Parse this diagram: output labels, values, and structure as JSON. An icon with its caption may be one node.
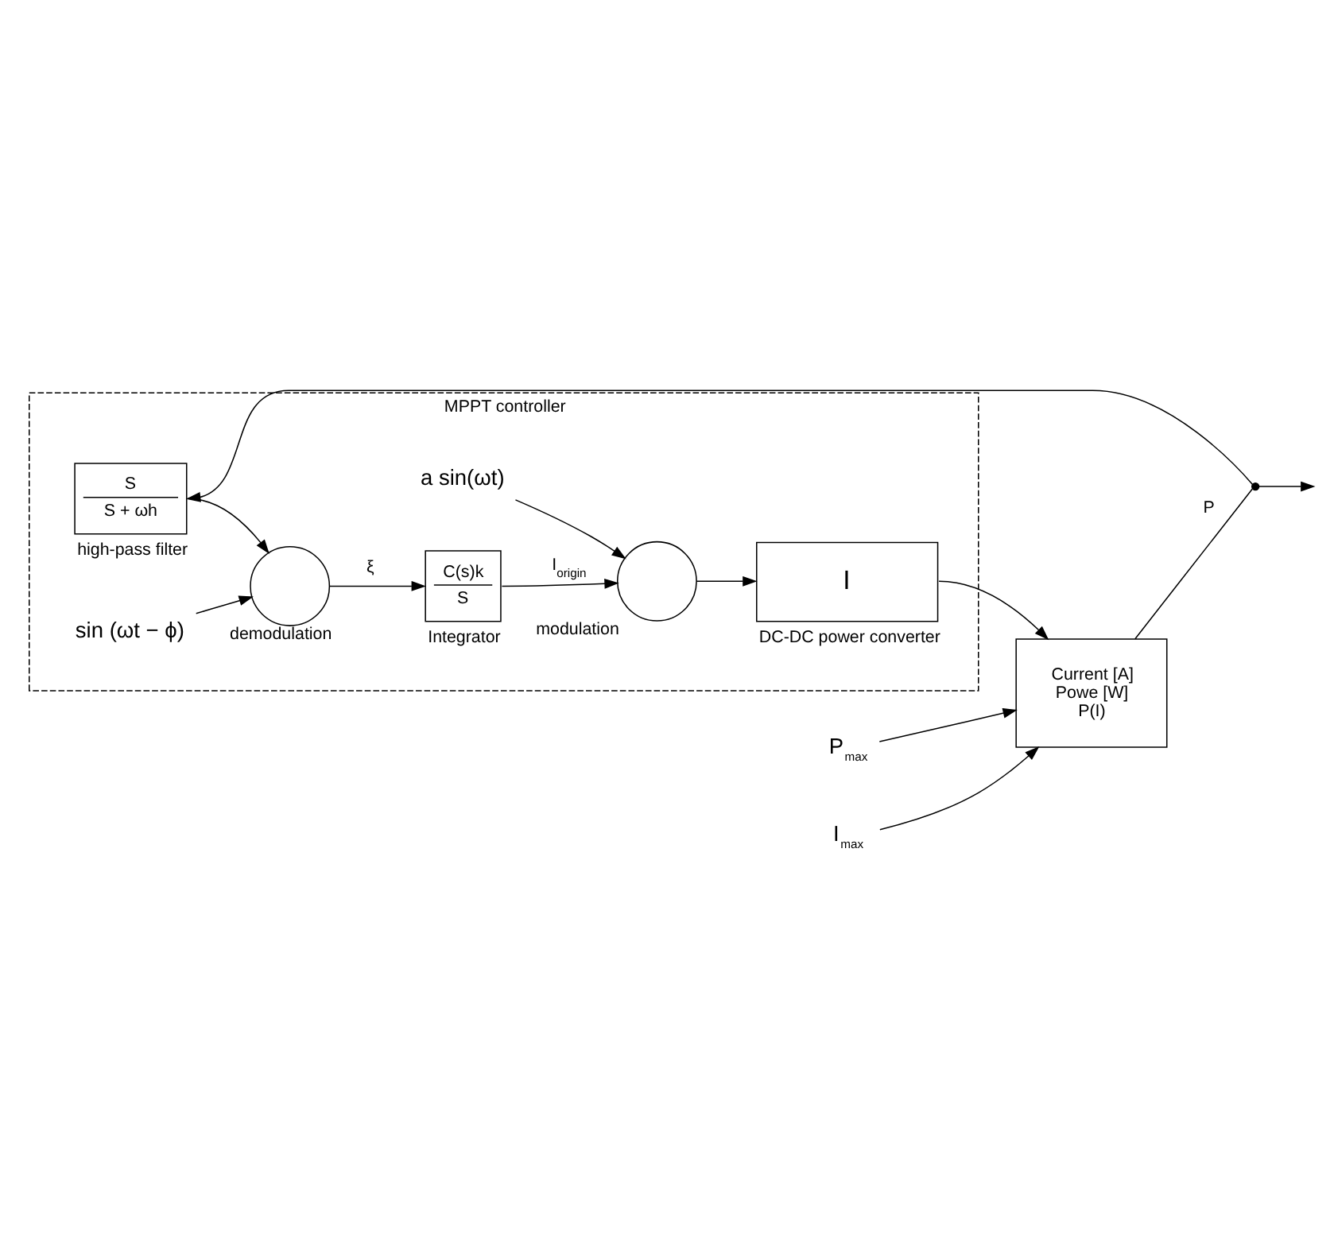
{
  "diagram": {
    "nodes": [
      {
        "text": [
          "MPPT controller"
        ]
      },
      {
        "text": [
          "Current [A]",
          "Powe [W]",
          "P(I)"
        ]
      },
      {
        "text": [
          "I$_{max}$"
        ]
      },
      {
        "text": [
          "P$_{max}$"
        ]
      },
      {
        "text": [],
        "shape": "dot"
      },
      {
        "text": [
          "I"
        ],
        "beside": [
          "DC-DC power converter"
        ],
        "in": 0
      },
      {
        "text": [],
        "shape": "circle",
        "beside": [
          "modulation"
        ],
        "in": 0
      },
      {
        "text": [
          "C(s)k",
          "S"
        ],
        "beside": [
          "Integrator"
        ],
        "in": 0
      },
      {
        "text": [],
        "shape": "circle",
        "beside": [
          "demodulation"
        ],
        "in": 0
      },
      {
        "text": [
          "S",
          "S + ωh"
        ],
        "beside": [
          "high-pass filter"
        ],
        "in": 0
      },
      {
        "text": [
          "a sin(ωt)"
        ],
        "in": 0
      },
      {
        "text": [
          "sin (ωt − ϕ)"
        ],
        "in": 0
      }
    ],
    "edges": [
      {
        "from": 2,
        "to": 1,
        "arrow": "to"
      },
      {
        "from": 3,
        "to": 1,
        "arrow": "to"
      },
      {
        "from": 5,
        "to": 1,
        "arrow": "to"
      },
      {
        "from": 1,
        "to": 4,
        "arrow": "none",
        "label": "P"
      },
      {
        "from": 4,
        "to": null,
        "arrow": "to"
      },
      {
        "from": 4,
        "to": 9,
        "arrow": "to"
      },
      {
        "from": 9,
        "to": 8,
        "arrow": "to"
      },
      {
        "from": 8,
        "to": 7,
        "arrow": "to",
        "label": "ξ"
      },
      {
        "from": 7,
        "to": 6,
        "arrow": "to",
        "label": "I$_{origin}$"
      },
      {
        "from": 6,
        "to": 5,
        "arrow": "to"
      },
      {
        "from": 10,
        "to": 6,
        "arrow": "to"
      },
      {
        "from": 11,
        "to": 8,
        "arrow": "to"
      }
    ]
  }
}
